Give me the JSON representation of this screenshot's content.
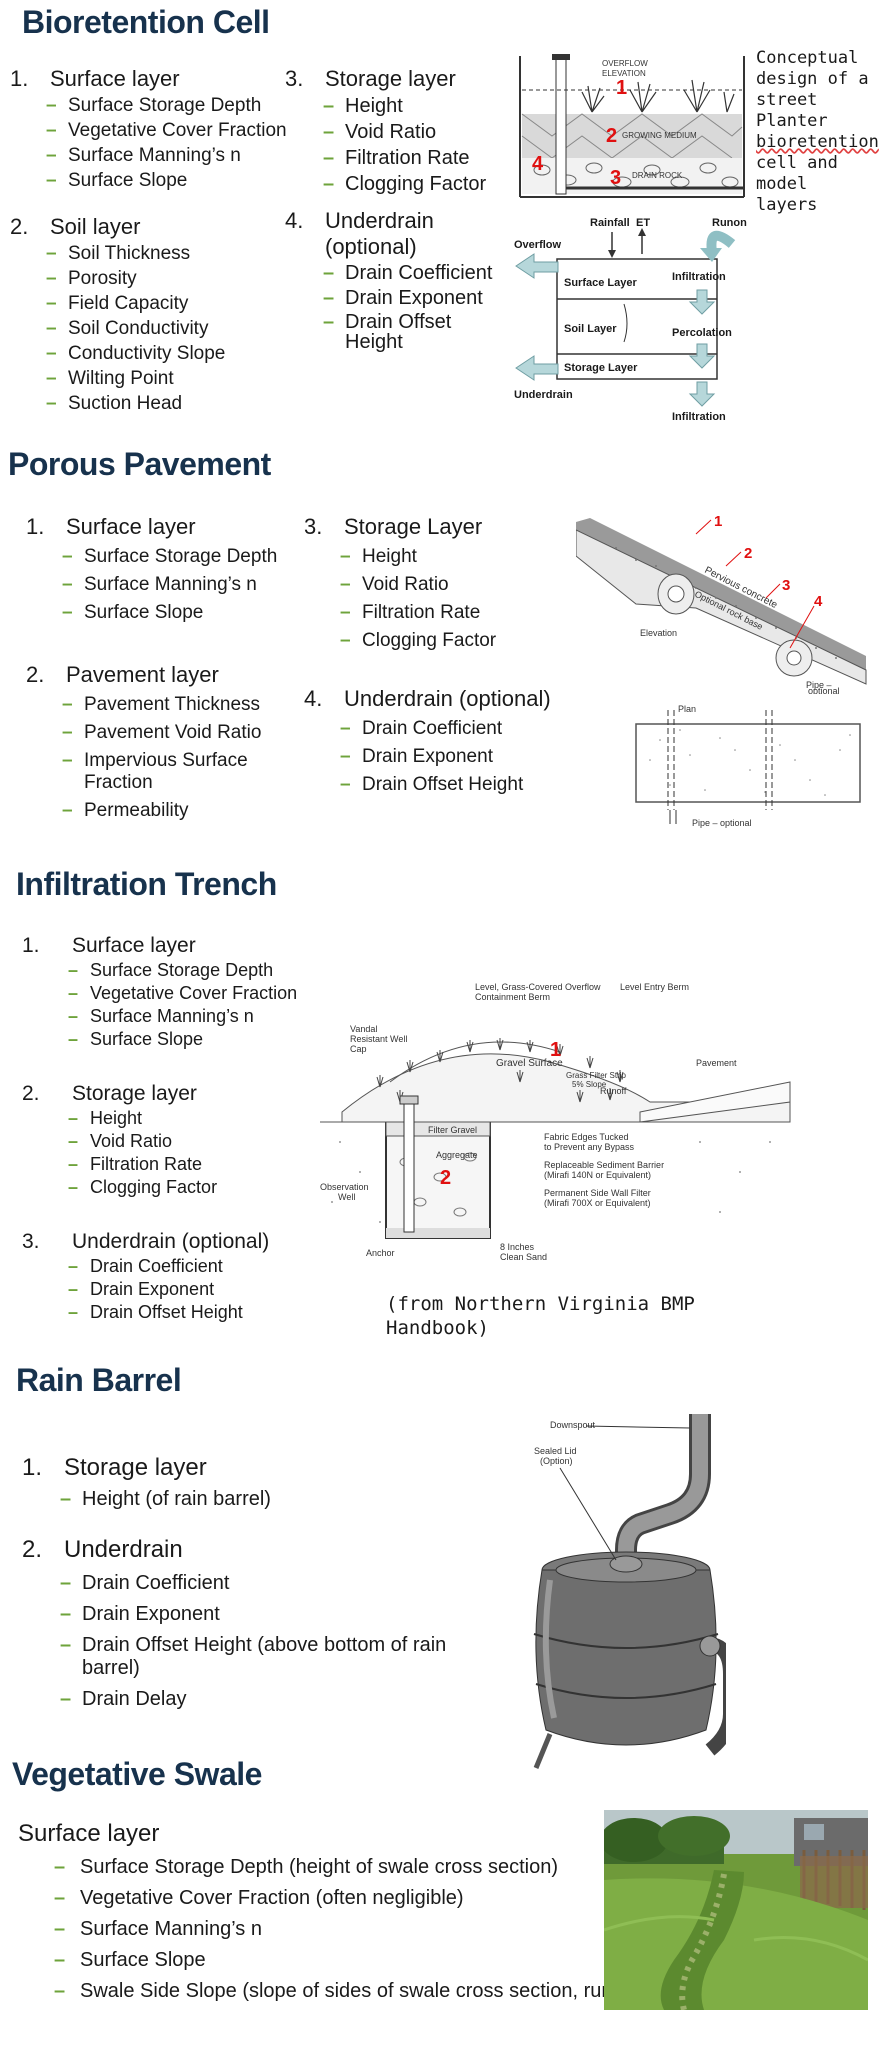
{
  "bioretention": {
    "heading": "Bioretention Cell",
    "surface": {
      "num": "1.",
      "title": "Surface layer",
      "items": [
        "Surface Storage Depth",
        "Vegetative Cover Fraction",
        "Surface Manning’s n",
        "Surface Slope"
      ]
    },
    "soil": {
      "num": "2.",
      "title": "Soil layer",
      "items": [
        "Soil Thickness",
        "Porosity",
        "Field Capacity",
        "Soil Conductivity",
        "Conductivity Slope",
        "Wilting Point",
        "Suction Head"
      ]
    },
    "storage": {
      "num": "3.",
      "title": "Storage layer",
      "items": [
        "Height",
        "Void Ratio",
        "Filtration Rate",
        "Clogging Factor"
      ]
    },
    "underdrain": {
      "num": "4.",
      "title_line1": "Underdrain",
      "title_line2": "(optional)",
      "items": [
        "Drain Coefficient",
        "Drain Exponent"
      ],
      "offset_line1": "Drain Offset",
      "offset_line2": "Height"
    },
    "caption": [
      "Conceptual",
      "design of a",
      "street Planter",
      "bioretention",
      "cell and model",
      "layers"
    ],
    "planter_labels": {
      "overflow": "OVERFLOW",
      "elevation": "ELEVATION",
      "growing": "GROWING MEDIUM",
      "drain_rock": "DRAIN ROCK",
      "n1": "1",
      "n2": "2",
      "n3": "3",
      "n4": "4"
    },
    "model": {
      "rainfall": "Rainfall",
      "et": "ET",
      "runon": "Runon",
      "overflow": "Overflow",
      "surface": "Surface Layer",
      "infiltration": "Infiltration",
      "soil": "Soil Layer",
      "percolation": "Percolation",
      "storage": "Storage Layer",
      "underdrain": "Underdrain",
      "infiltration2": "Infiltration"
    }
  },
  "porous": {
    "heading": "Porous Pavement",
    "surface": {
      "num": "1.",
      "title": "Surface layer",
      "items": [
        "Surface Storage Depth",
        "Surface Manning’s n",
        "Surface Slope"
      ]
    },
    "pavement": {
      "num": "2.",
      "title": "Pavement layer",
      "items": [
        "Pavement Thickness",
        "Pavement Void Ratio"
      ],
      "imp_line1": "Impervious Surface",
      "imp_line2": "Fraction",
      "perm": "Permeability"
    },
    "storage": {
      "num": "3.",
      "title": "Storage Layer",
      "items": [
        "Height",
        "Void Ratio",
        "Filtration Rate",
        "Clogging Factor"
      ]
    },
    "underdrain": {
      "num": "4.",
      "title": "Underdrain (optional)",
      "items": [
        "Drain Coefficient",
        "Drain Exponent",
        "Drain Offset Height"
      ]
    },
    "diagram": {
      "n1": "1",
      "n2": "2",
      "n3": "3",
      "n4": "4",
      "pervious": "Pervious concrete",
      "rockbase": "Optional rock base",
      "elevation": "Elevation",
      "pipe1": "Pipe –",
      "pipe1b": "optional",
      "plan": "Plan",
      "pipe2": "Pipe – optional"
    }
  },
  "trench": {
    "heading": "Infiltration Trench",
    "surface": {
      "num": "1.",
      "title": "Surface layer",
      "items": [
        "Surface Storage Depth",
        "Vegetative Cover Fraction",
        "Surface Manning’s n",
        "Surface Slope"
      ]
    },
    "storage": {
      "num": "2.",
      "title": "Storage layer",
      "items": [
        "Height",
        "Void Ratio",
        "Filtration Rate",
        "Clogging Factor"
      ]
    },
    "underdrain": {
      "num": "3.",
      "title": "Underdrain (optional)",
      "items": [
        "Drain Coefficient",
        "Drain Exponent",
        "Drain Offset Height"
      ]
    },
    "diagram": {
      "berm1": "Level, Grass-Covered Overflow",
      "berm1b": "Containment Berm",
      "berm2": "Level Entry Berm",
      "vandal1": "Vandal",
      "vandal2": "Resistant Well",
      "vandal3": "Cap",
      "gravel": "Gravel Surface",
      "filterstrip1": "Grass Filter Strip",
      "filterstrip2": "5% Slope",
      "pavement": "Pavement",
      "runoff": "Runoff",
      "filtergravel": "Filter Gravel",
      "aggregate": "Aggregate",
      "fabric1": "Fabric Edges Tucked",
      "fabric2": "to Prevent any Bypass",
      "barrier1": "Replaceable Sediment Barrier",
      "barrier2": "(Mirafi 140N or Equivalent)",
      "wall1": "Permanent Side Wall Filter",
      "wall2": "(Mirafi 700X or Equivalent)",
      "obs1": "Observation",
      "obs2": "Well",
      "anchor": "Anchor",
      "sand1": "8 Inches",
      "sand2": "Clean Sand",
      "n1": "1",
      "n2": "2"
    },
    "caption_line1": "(from Northern Virginia BMP",
    "caption_line2": "Handbook)"
  },
  "barrel": {
    "heading": "Rain Barrel",
    "storage": {
      "num": "1.",
      "title": "Storage layer",
      "items": [
        "Height (of rain barrel)"
      ]
    },
    "underdrain": {
      "num": "2.",
      "title": "Underdrain",
      "items": [
        "Drain Coefficient",
        "Drain Exponent"
      ],
      "offset_line1": "Drain Offset Height (above bottom of rain",
      "offset_line2": "barrel)",
      "delay": "Drain Delay"
    },
    "diagram": {
      "downspout": "Downspout",
      "lid1": "Sealed Lid",
      "lid2": "(Option)"
    }
  },
  "swale": {
    "heading": "Vegetative Swale",
    "title": "Surface layer",
    "items": [
      "Surface Storage Depth (height of swale cross section)",
      "Vegetative Cover Fraction (often negligible)",
      "Surface Manning’s n",
      "Surface Slope",
      "Swale Side Slope (slope of sides of swale cross section, run/rise)"
    ]
  }
}
